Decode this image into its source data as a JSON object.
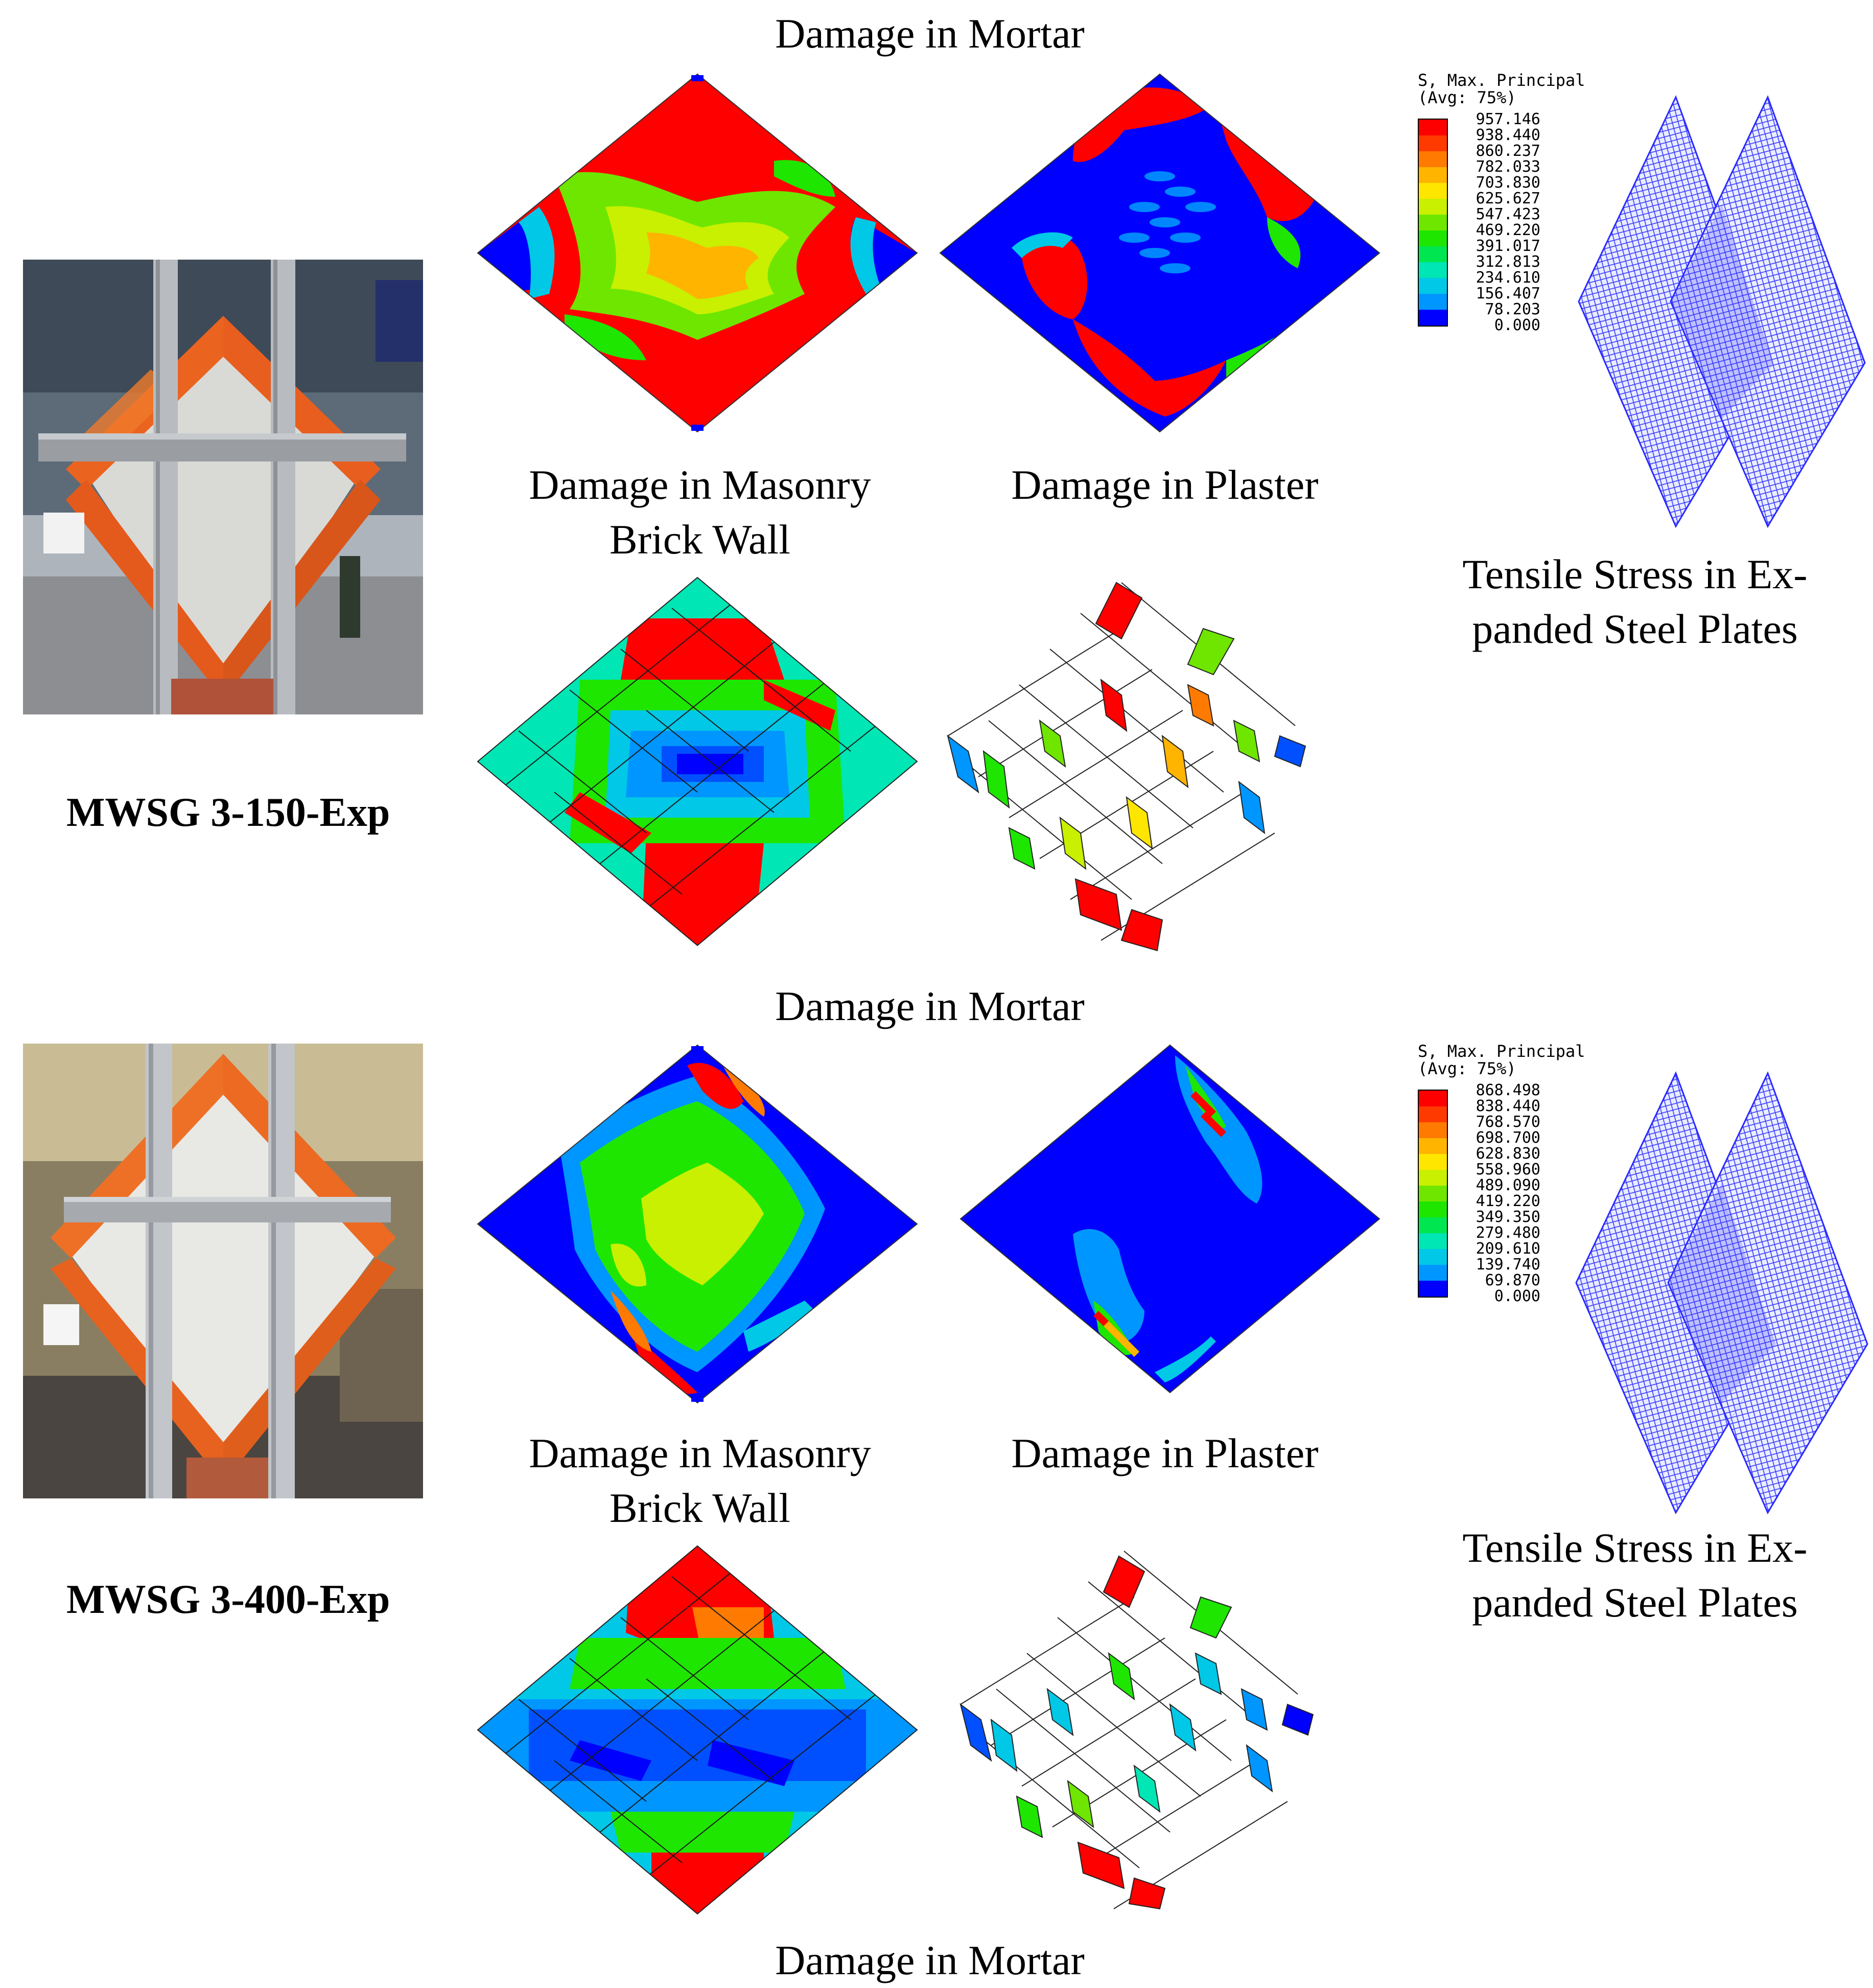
{
  "top_heading": "Damage in Mortar",
  "bottom_heading": "Damage in Mortar",
  "specimens": [
    {
      "label": "MWSG 3-150-Exp",
      "mortar_caption": "Damage in Mortar",
      "masonry_caption_line1": "Damage in Masonry",
      "masonry_caption_line2": "Brick Wall",
      "plaster_caption": "Damage in Plaster",
      "steel_caption_line1": "Tensile Stress in Ex-",
      "steel_caption_line2": "panded Steel Plates",
      "legend": {
        "title_line1": "S, Max. Principal",
        "title_line2": "(Avg: 75%)",
        "values": [
          "957.146",
          "938.440",
          "860.237",
          "782.033",
          "703.830",
          "625.627",
          "547.423",
          "469.220",
          "391.017",
          "312.813",
          "234.610",
          "156.407",
          "78.203",
          "0.000"
        ]
      }
    },
    {
      "label": "MWSG 3-400-Exp",
      "mortar_caption": "Damage in Mortar",
      "masonry_caption_line1": "Damage in Masonry",
      "masonry_caption_line2": "Brick Wall",
      "plaster_caption": "Damage in Plaster",
      "steel_caption_line1": "Tensile Stress in Ex-",
      "steel_caption_line2": "panded Steel Plates",
      "legend": {
        "title_line1": "S, Max. Principal",
        "title_line2": "(Avg: 75%)",
        "values": [
          "868.498",
          "838.440",
          "768.570",
          "698.700",
          "628.830",
          "558.960",
          "489.090",
          "419.220",
          "349.350",
          "279.480",
          "209.610",
          "139.740",
          "69.870",
          "0.000"
        ]
      }
    }
  ],
  "legend_colors": [
    "#ff0000",
    "#ff3a00",
    "#ff7a00",
    "#ffb400",
    "#ffe600",
    "#c8f000",
    "#6ee600",
    "#1ee600",
    "#00e650",
    "#00e6b4",
    "#00c8e6",
    "#0096ff",
    "#0050ff",
    "#0000ff"
  ]
}
